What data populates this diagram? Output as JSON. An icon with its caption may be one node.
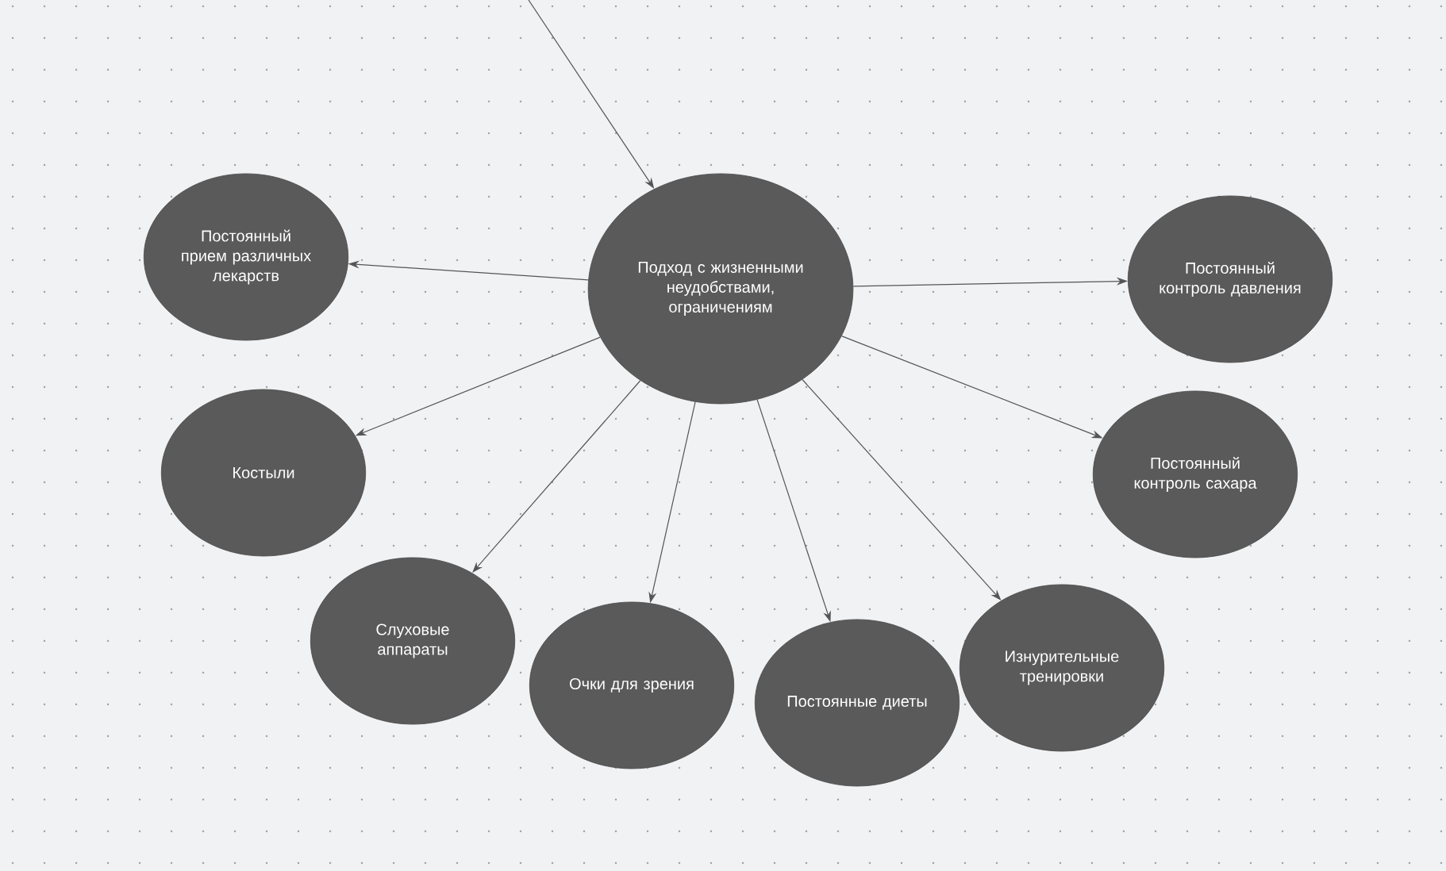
{
  "diagram": {
    "nodes": [
      {
        "text": [
          "Подход с жизненными неудобствами, ограничениям"
        ]
      },
      {
        "text": [
          "Постоянный прием различных лекарств"
        ]
      },
      {
        "text": [
          "Постоянный контроль давления"
        ]
      },
      {
        "text": [
          "Костыли"
        ]
      },
      {
        "text": [
          "Постоянный контроль сахара"
        ]
      },
      {
        "text": [
          "Слуховые аппараты"
        ]
      },
      {
        "text": [
          "Очки для зрения"
        ]
      },
      {
        "text": [
          "Постоянные диеты"
        ]
      },
      {
        "text": [
          "Изнурительные тренировки"
        ]
      }
    ],
    "edges": [
      {
        "from": null,
        "to": 0,
        "arrow": "to"
      },
      {
        "from": 0,
        "to": 1,
        "arrow": "to"
      },
      {
        "from": 0,
        "to": 2,
        "arrow": "to"
      },
      {
        "from": 0,
        "to": 3,
        "arrow": "to"
      },
      {
        "from": 0,
        "to": 4,
        "arrow": "to"
      },
      {
        "from": 0,
        "to": 5,
        "arrow": "to"
      },
      {
        "from": 0,
        "to": 6,
        "arrow": "to"
      },
      {
        "from": 0,
        "to": 7,
        "arrow": "to"
      },
      {
        "from": 0,
        "to": 8,
        "arrow": "to"
      }
    ]
  }
}
